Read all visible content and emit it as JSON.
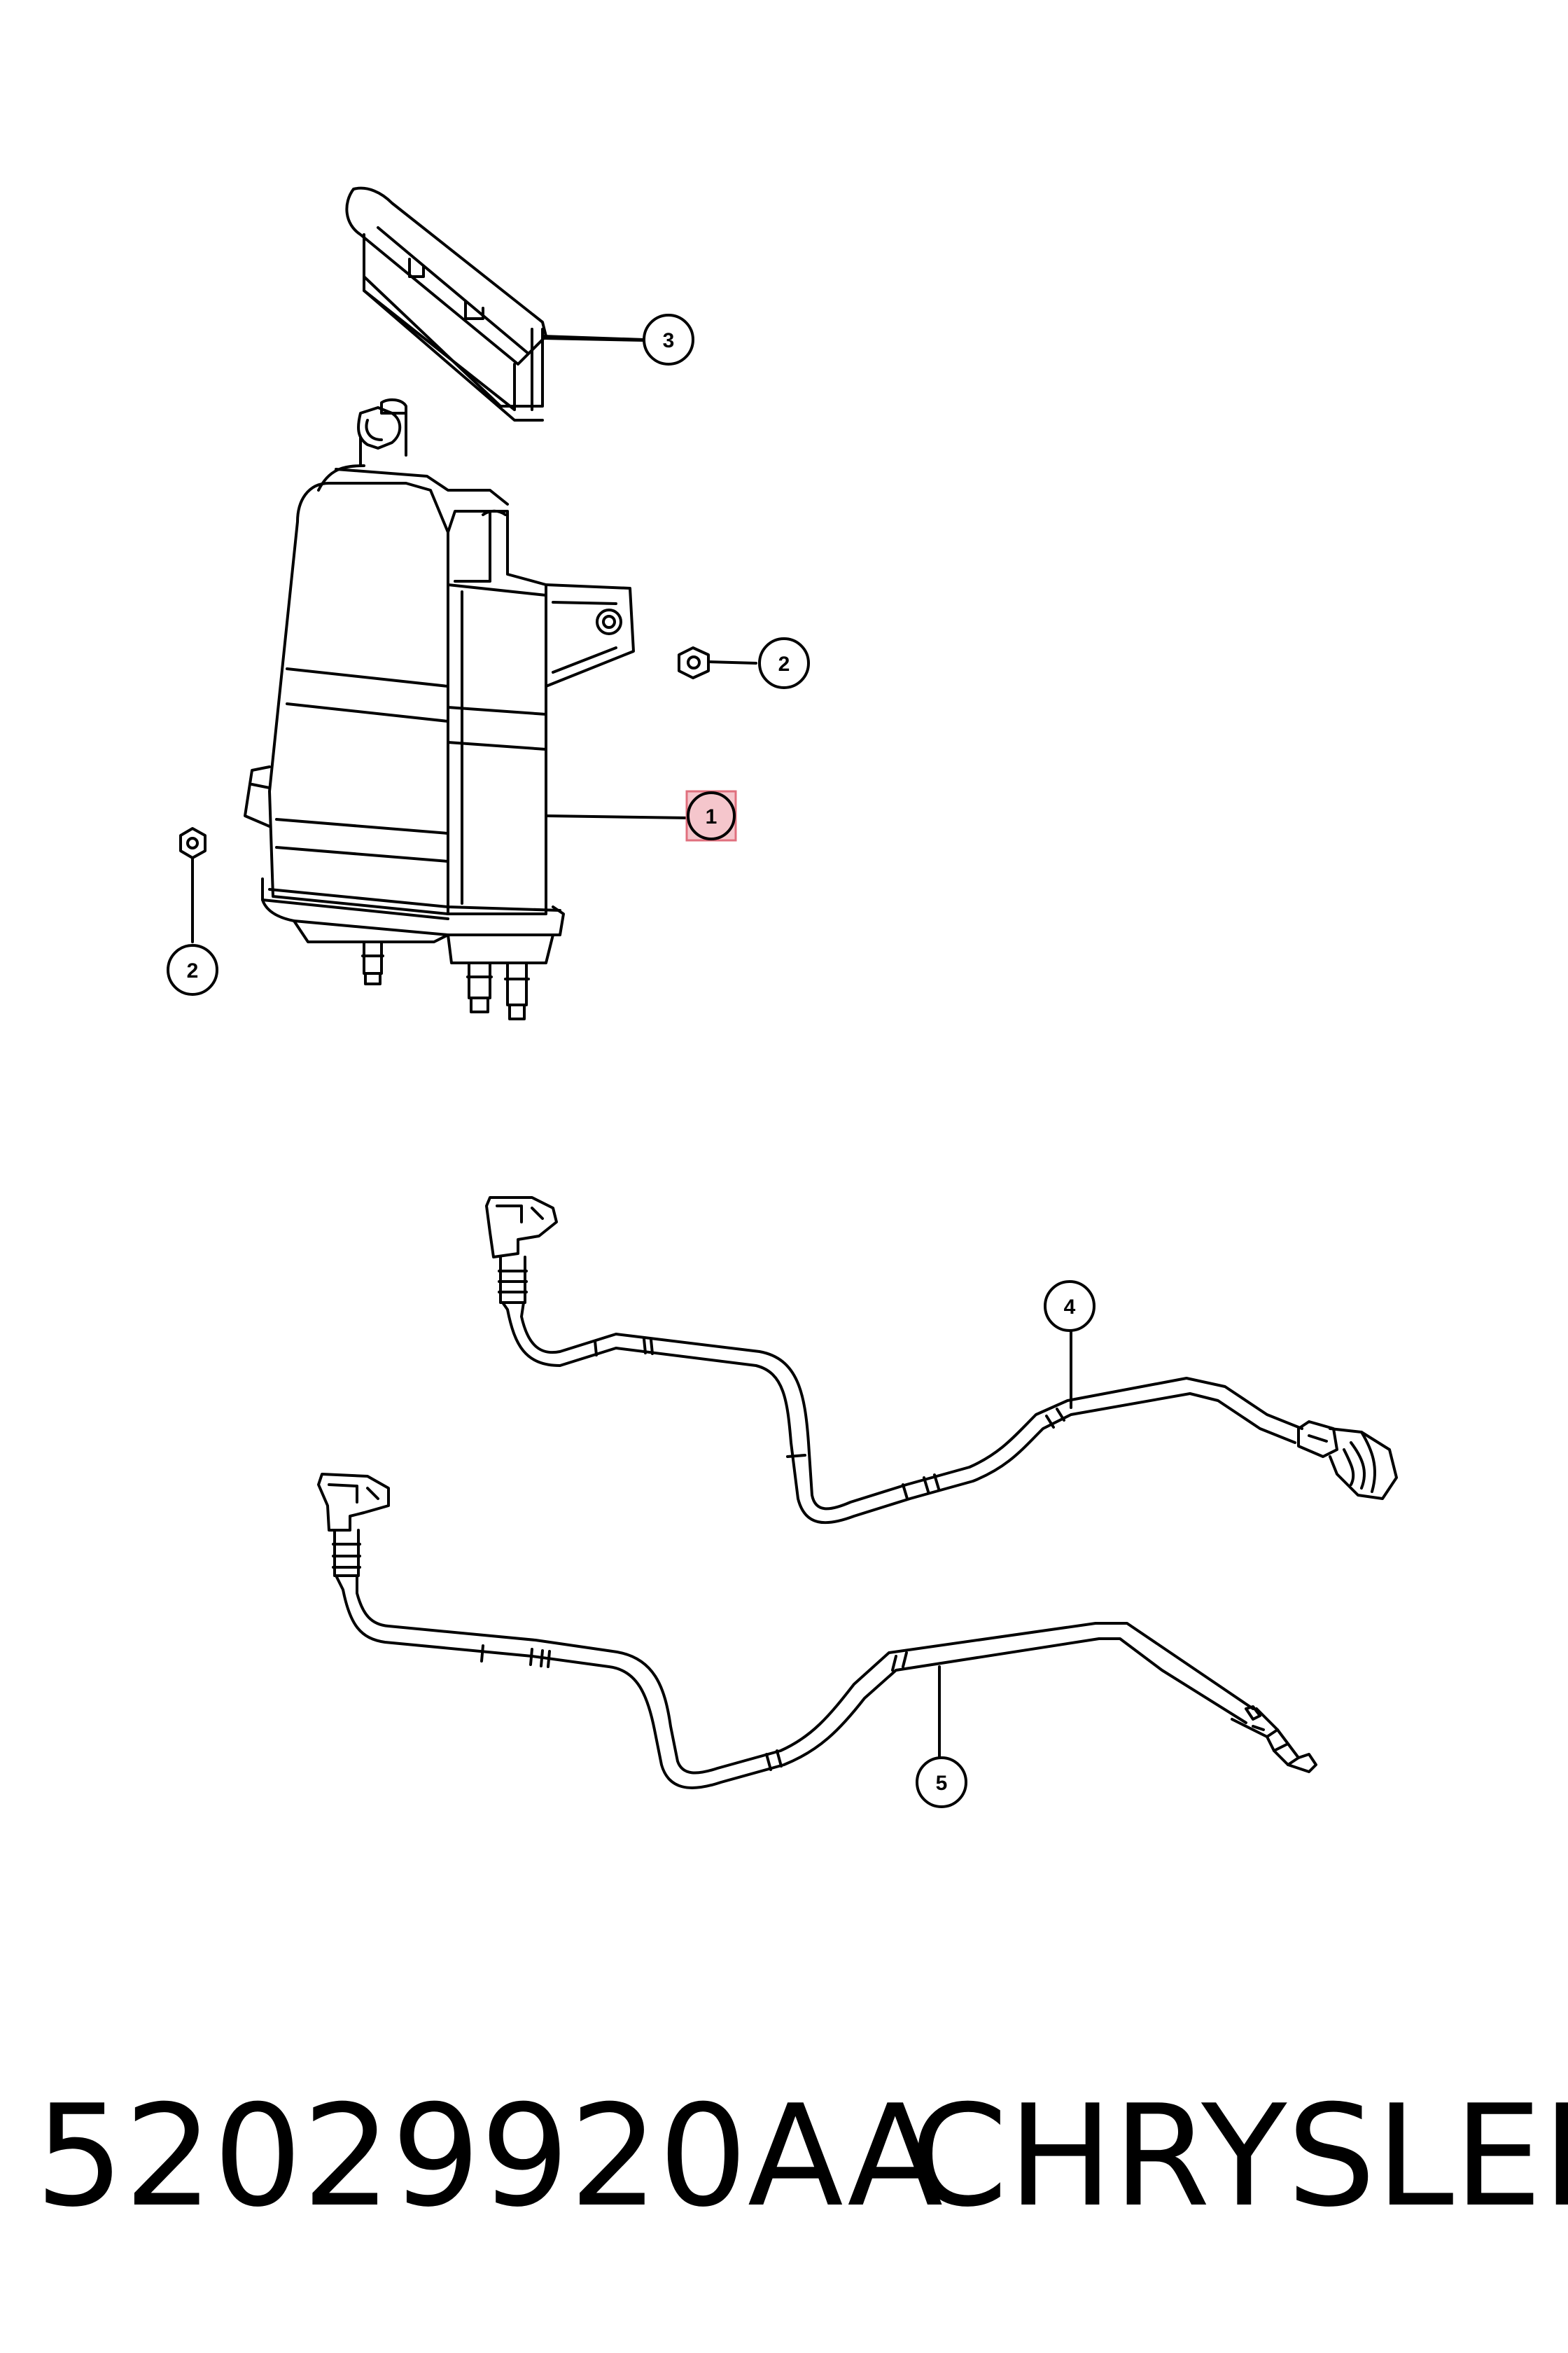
{
  "diagram": {
    "callouts": [
      {
        "id": "1",
        "label": "1",
        "highlighted": true
      },
      {
        "id": "2a",
        "label": "2",
        "highlighted": false
      },
      {
        "id": "2b",
        "label": "2",
        "highlighted": false
      },
      {
        "id": "3",
        "label": "3",
        "highlighted": false
      },
      {
        "id": "4",
        "label": "4",
        "highlighted": false
      },
      {
        "id": "5",
        "label": "5",
        "highlighted": false
      }
    ]
  },
  "caption": {
    "part_number": "52029920AA",
    "brand": "CHRYSLER"
  },
  "colors": {
    "line": "#000000",
    "background": "#ffffff",
    "highlight_fill": "#f5c6cc",
    "highlight_stroke": "#e0707e"
  }
}
